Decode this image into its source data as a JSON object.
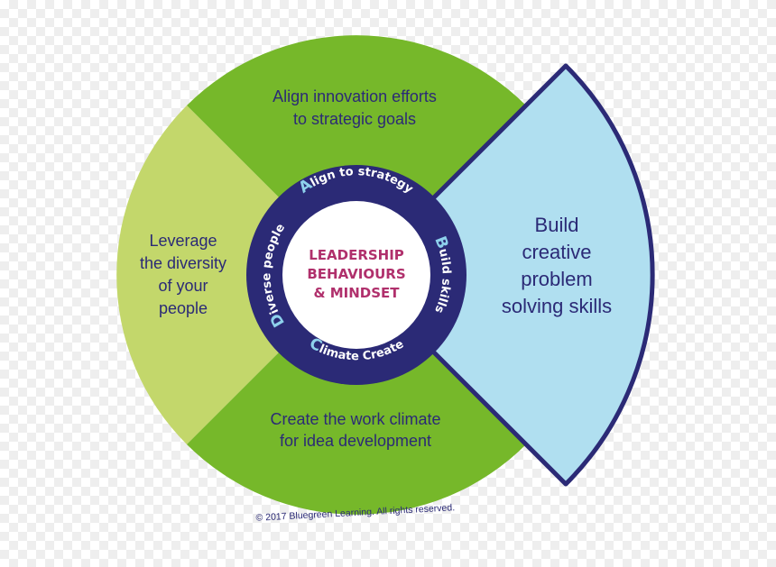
{
  "segments": {
    "top": "Align innovation efforts to strategic goals",
    "top_lines": [
      "Align innovation efforts",
      "to strategic goals"
    ],
    "left_lines": [
      "Leverage",
      "the diversity",
      "of your",
      "people"
    ],
    "bottom_lines": [
      "Create the work climate",
      "for idea development"
    ],
    "right_lines": [
      "Build",
      "creative",
      "problem",
      "solving skills"
    ]
  },
  "ring": {
    "top": {
      "cap": "A",
      "rest": "lign to strategy"
    },
    "right": {
      "cap": "B",
      "rest": "uild skills"
    },
    "bottom": {
      "cap": "C",
      "rest": "limate Create"
    },
    "left": {
      "cap": "D",
      "rest": "iverse people"
    }
  },
  "center_lines": [
    "LEADERSHIP",
    "BEHAVIOURS",
    "& MINDSET"
  ],
  "copyright": "© 2017 Bluegreen Learning. All rights reserved.",
  "colors": {
    "green_dark": "#76b82a",
    "green_light": "#c3d76b",
    "blue_light": "#b0dff0",
    "navy": "#2b2a76",
    "accent_cyan": "#8ed1ec",
    "magenta": "#b0306c"
  }
}
